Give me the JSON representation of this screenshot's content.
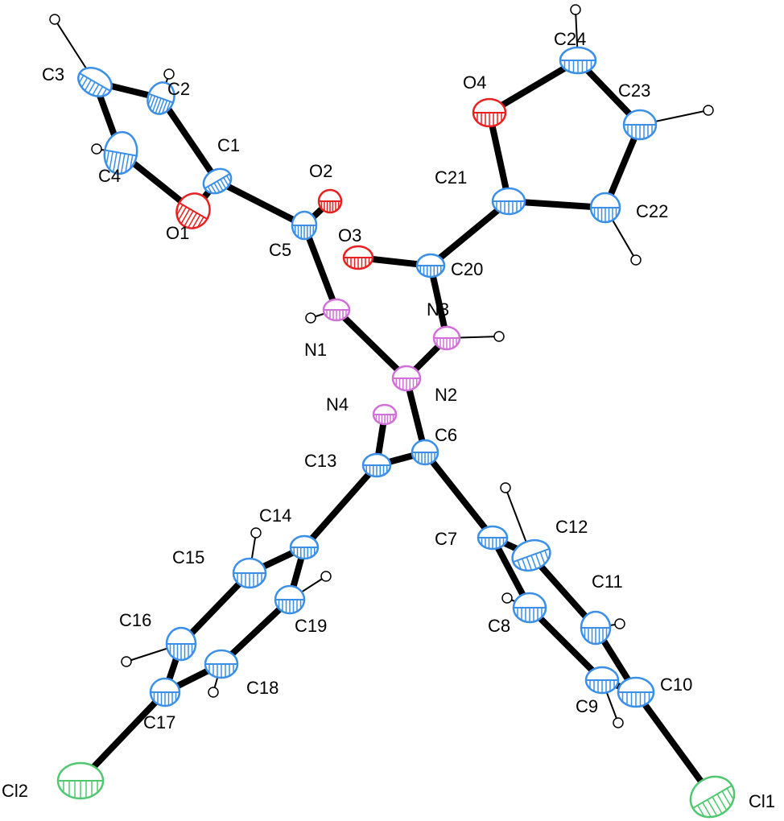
{
  "title": "ORTEP molecular structure",
  "colors": {
    "C": "#3a8fe8",
    "O": "#e82020",
    "N": "#d070d8",
    "Cl": "#50c870",
    "H": "#ffffff",
    "bond": "#000000"
  },
  "atoms": [
    {
      "id": "C1",
      "el": "C",
      "label": "C1"
    },
    {
      "id": "C2",
      "el": "C",
      "label": "C2"
    },
    {
      "id": "C3",
      "el": "C",
      "label": "C3"
    },
    {
      "id": "C4",
      "el": "C",
      "label": "C4"
    },
    {
      "id": "O1",
      "el": "O",
      "label": "O1"
    },
    {
      "id": "C5",
      "el": "C",
      "label": "C5"
    },
    {
      "id": "O2",
      "el": "O",
      "label": "O2"
    },
    {
      "id": "N1",
      "el": "N",
      "label": "N1"
    },
    {
      "id": "N2",
      "el": "N",
      "label": "N2"
    },
    {
      "id": "N3",
      "el": "N",
      "label": "N3"
    },
    {
      "id": "N4",
      "el": "N",
      "label": "N4"
    },
    {
      "id": "O3",
      "el": "O",
      "label": "O3"
    },
    {
      "id": "C20",
      "el": "C",
      "label": "C20"
    },
    {
      "id": "C21",
      "el": "C",
      "label": "C21"
    },
    {
      "id": "C22",
      "el": "C",
      "label": "C22"
    },
    {
      "id": "C23",
      "el": "C",
      "label": "C23"
    },
    {
      "id": "C24",
      "el": "C",
      "label": "C24"
    },
    {
      "id": "O4",
      "el": "O",
      "label": "O4"
    },
    {
      "id": "C6",
      "el": "C",
      "label": "C6"
    },
    {
      "id": "C13",
      "el": "C",
      "label": "C13"
    },
    {
      "id": "C14",
      "el": "C",
      "label": "C14"
    },
    {
      "id": "C15",
      "el": "C",
      "label": "C15"
    },
    {
      "id": "C16",
      "el": "C",
      "label": "C16"
    },
    {
      "id": "C17",
      "el": "C",
      "label": "C17"
    },
    {
      "id": "C18",
      "el": "C",
      "label": "C18"
    },
    {
      "id": "C19",
      "el": "C",
      "label": "C19"
    },
    {
      "id": "Cl2",
      "el": "Cl",
      "label": "Cl2"
    },
    {
      "id": "C7",
      "el": "C",
      "label": "C7"
    },
    {
      "id": "C8",
      "el": "C",
      "label": "C8"
    },
    {
      "id": "C9",
      "el": "C",
      "label": "C9"
    },
    {
      "id": "C10",
      "el": "C",
      "label": "C10"
    },
    {
      "id": "C11",
      "el": "C",
      "label": "C11"
    },
    {
      "id": "C12",
      "el": "C",
      "label": "C12"
    },
    {
      "id": "Cl1",
      "el": "Cl",
      "label": "Cl1"
    }
  ],
  "bonds": [
    [
      "C3",
      "C2"
    ],
    [
      "C3",
      "C4"
    ],
    [
      "C4",
      "O1"
    ],
    [
      "O1",
      "C1"
    ],
    [
      "C1",
      "C2"
    ],
    [
      "C1",
      "C5"
    ],
    [
      "C5",
      "O2"
    ],
    [
      "C5",
      "N1"
    ],
    [
      "N1",
      "N2"
    ],
    [
      "N2",
      "N3"
    ],
    [
      "N3",
      "C20"
    ],
    [
      "C20",
      "O3"
    ],
    [
      "C20",
      "C21"
    ],
    [
      "C21",
      "O4"
    ],
    [
      "O4",
      "C24"
    ],
    [
      "C24",
      "C23"
    ],
    [
      "C23",
      "C22"
    ],
    [
      "C22",
      "C21"
    ],
    [
      "N2",
      "C6"
    ],
    [
      "C6",
      "C13"
    ],
    [
      "C13",
      "N4"
    ],
    [
      "C13",
      "C14"
    ],
    [
      "C14",
      "C15"
    ],
    [
      "C14",
      "C19"
    ],
    [
      "C15",
      "C16"
    ],
    [
      "C19",
      "C18"
    ],
    [
      "C16",
      "C17"
    ],
    [
      "C18",
      "C17"
    ],
    [
      "C17",
      "Cl2"
    ],
    [
      "C6",
      "C7"
    ],
    [
      "C7",
      "C12"
    ],
    [
      "C7",
      "C8"
    ],
    [
      "C8",
      "C9"
    ],
    [
      "C12",
      "C11"
    ],
    [
      "C11",
      "C10"
    ],
    [
      "C9",
      "C10"
    ],
    [
      "C10",
      "Cl1"
    ]
  ],
  "hydrogens": [
    "C3",
    "C2",
    "C4",
    "N1",
    "N3",
    "C24",
    "C23",
    "C22",
    "C15",
    "C19",
    "C16",
    "C18",
    "C12",
    "C8",
    "C11",
    "C9"
  ]
}
